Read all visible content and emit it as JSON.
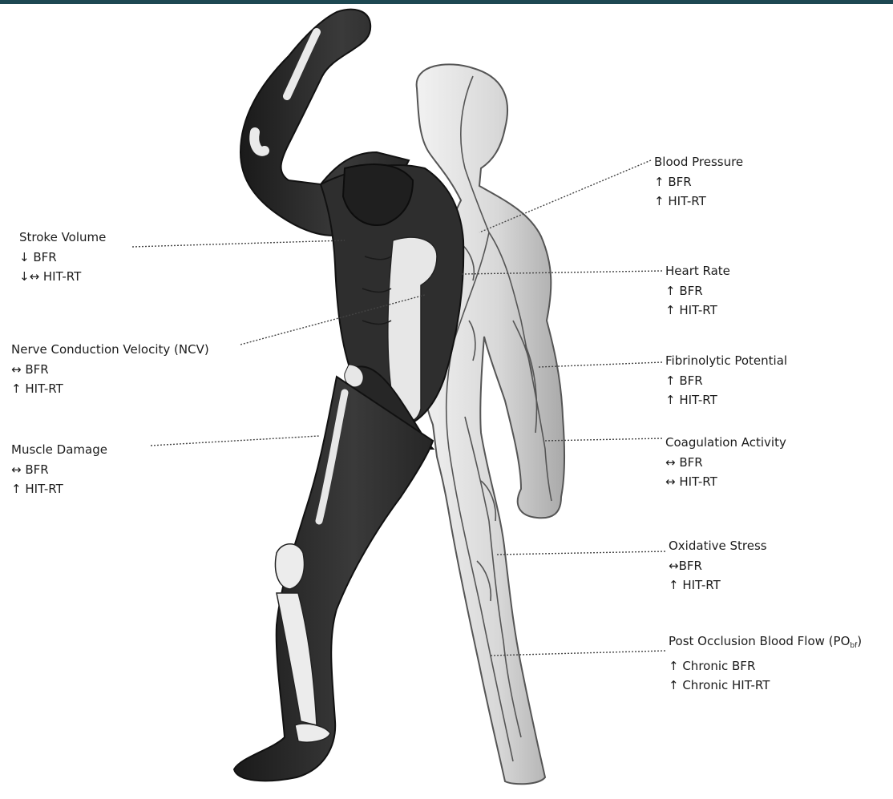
{
  "colors": {
    "header_bar": "#1d4852",
    "muscle_dark": "#2b2b2b",
    "skin_light": "#d6d6d6",
    "vein": "#555555",
    "leader_line": "#444444"
  },
  "labels": {
    "blood_pressure": {
      "title": "Blood Pressure",
      "l1": "↑ BFR",
      "l2": "↑ HIT-RT"
    },
    "stroke_volume": {
      "title": "Stroke Volume",
      "l1": "↓ BFR",
      "l2": "↓↔ HIT-RT"
    },
    "heart_rate": {
      "title": "Heart Rate",
      "l1": "↑ BFR",
      "l2": "↑ HIT-RT"
    },
    "ncv": {
      "title": "Nerve Conduction Velocity (NCV)",
      "l1": "↔ BFR",
      "l2": "↑ HIT-RT"
    },
    "fibrinolytic": {
      "title": "Fibrinolytic Potential",
      "l1": "↑ BFR",
      "l2": "↑ HIT-RT"
    },
    "muscle_damage": {
      "title": "Muscle Damage",
      "l1": "↔ BFR",
      "l2": "↑ HIT-RT"
    },
    "coagulation": {
      "title": "Coagulation Activity",
      "l1": "↔ BFR",
      "l2": "↔ HIT-RT"
    },
    "oxidative": {
      "title": "Oxidative Stress",
      "l1": "↔BFR",
      "l2": "↑ HIT-RT"
    },
    "post_occlusion": {
      "title_pre": "Post Occlusion Blood Flow (PO",
      "title_sub": "bf",
      "title_post": ")",
      "l1": "↑ Chronic BFR",
      "l2": "↑ Chronic HIT-RT"
    }
  }
}
